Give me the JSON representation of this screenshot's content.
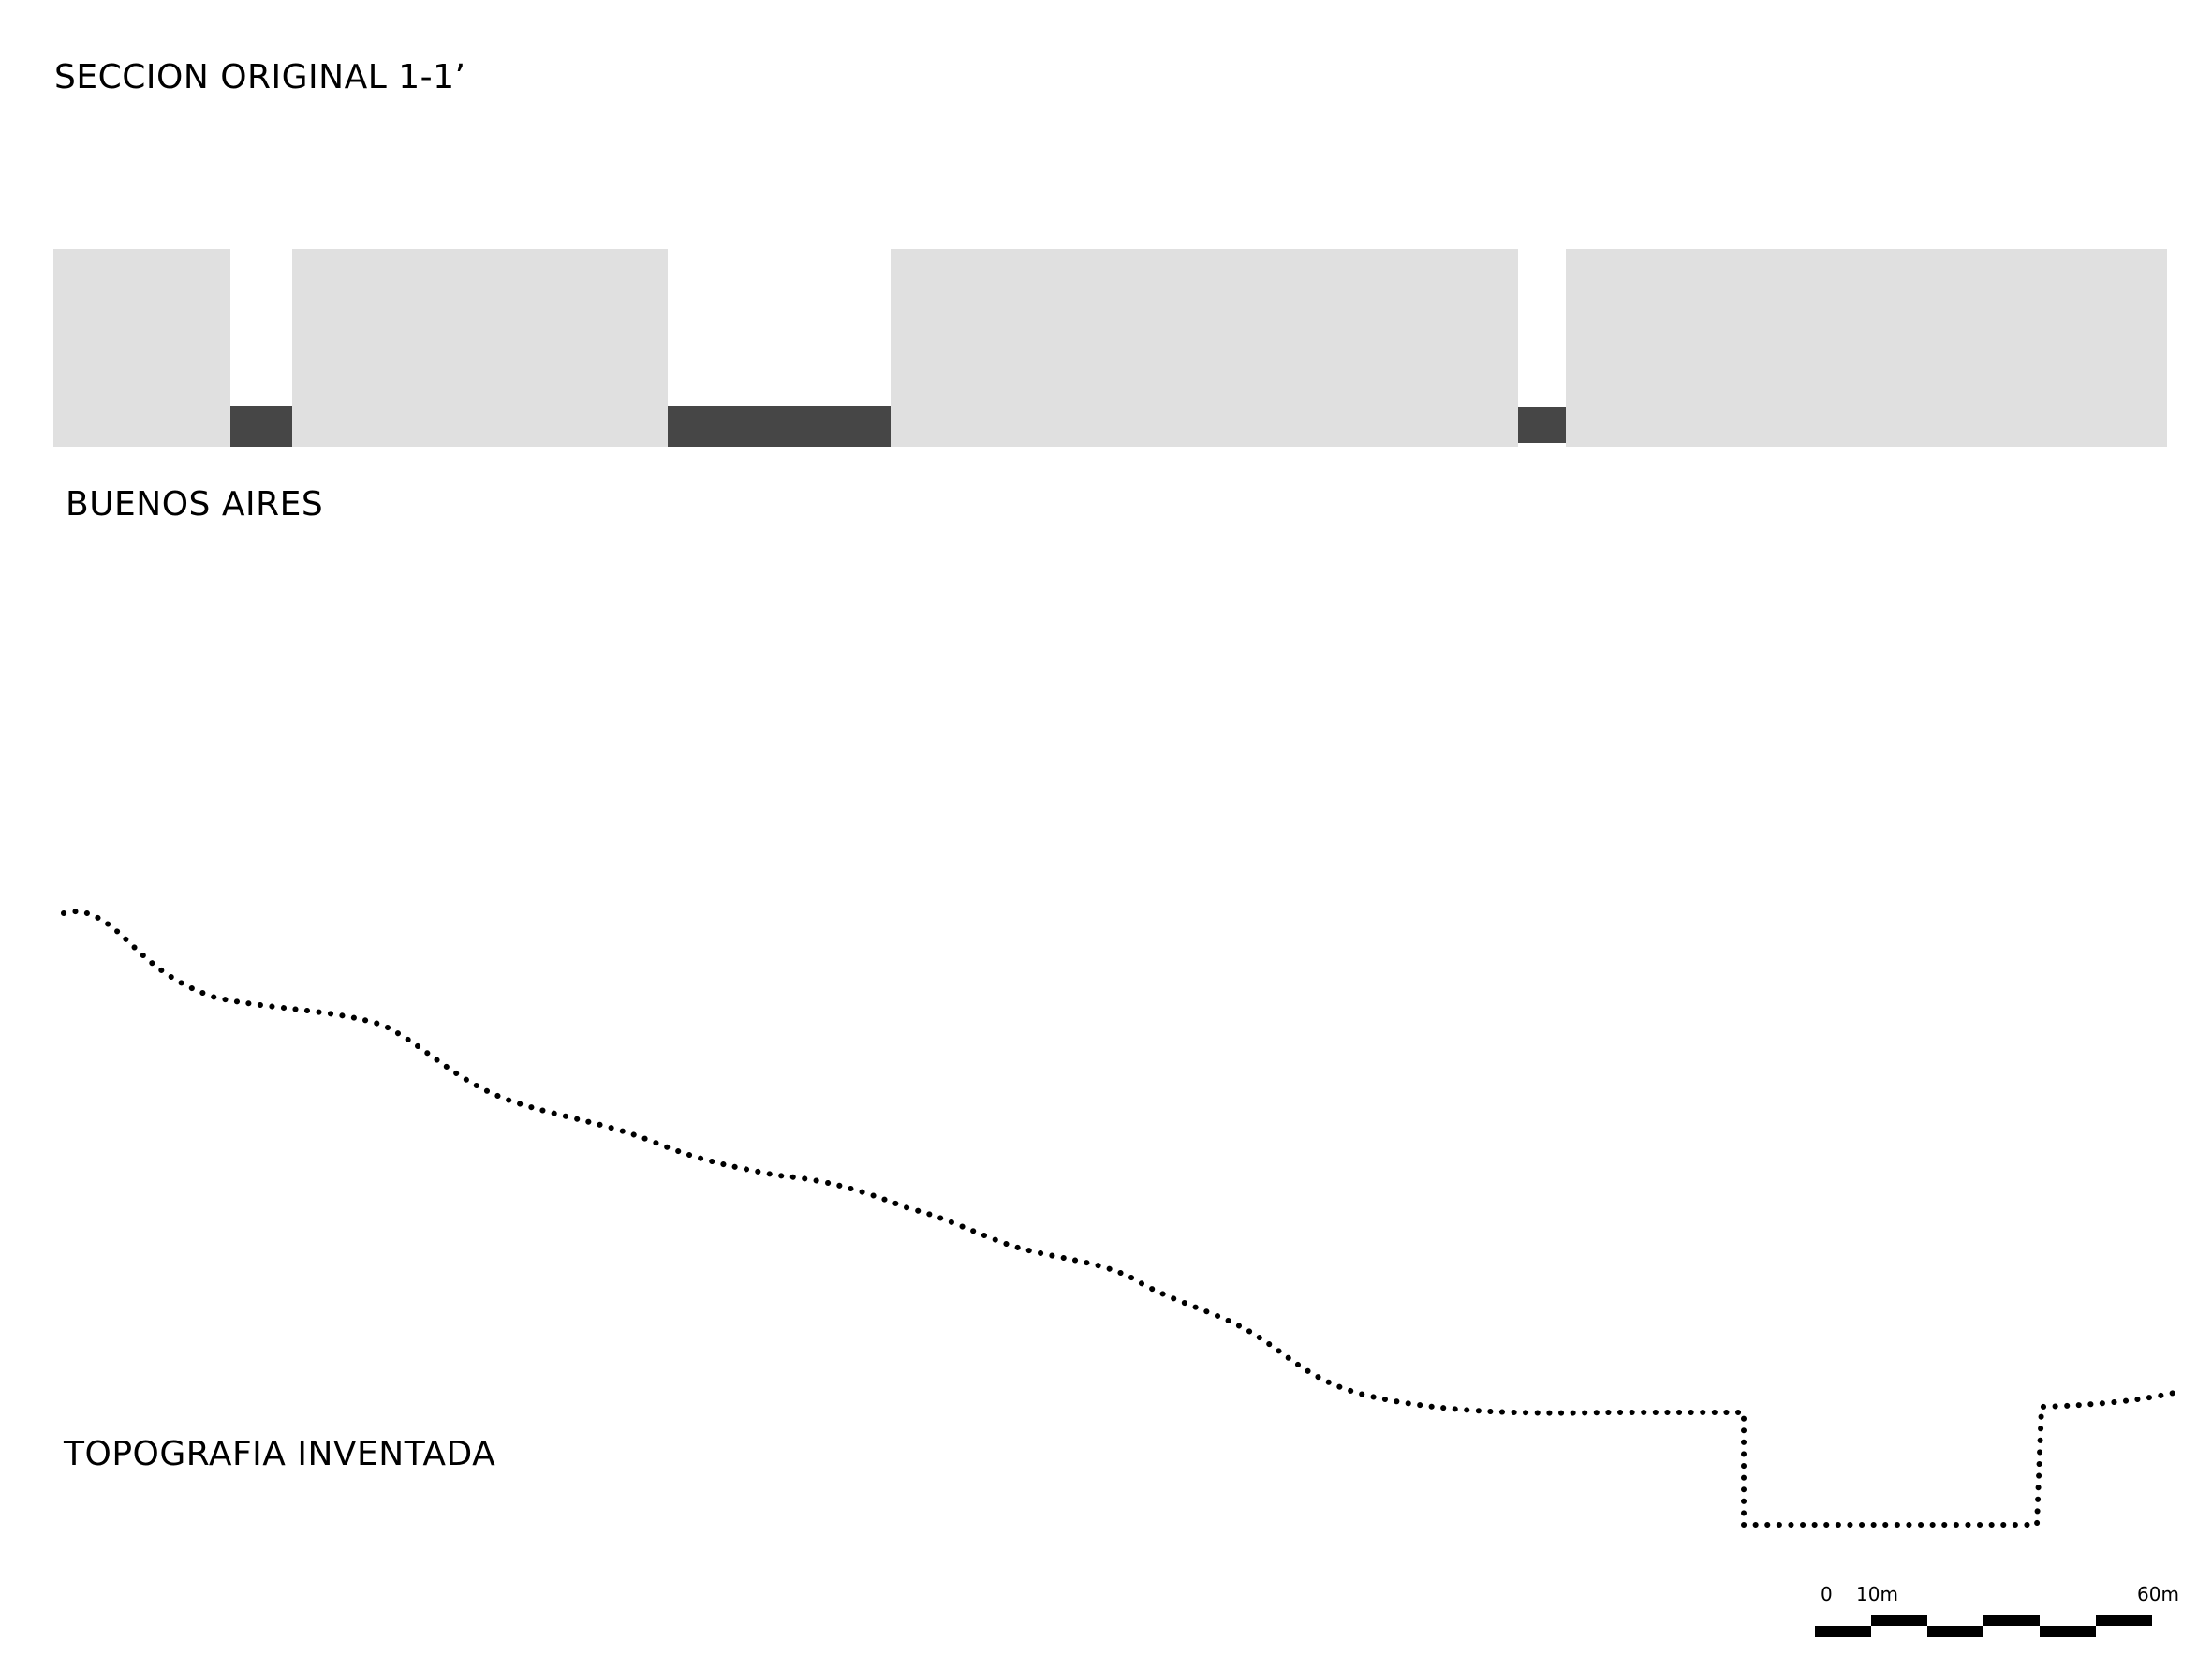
{
  "section": {
    "title": "SECCION ORIGINAL 1-1’",
    "city_label": "BUENOS AIRES",
    "topography_label": "TOPOGRAFIA INVENTADA"
  },
  "colors": {
    "block_fill": "#e0e0e0",
    "street_fill": "#464646",
    "topography_dots": "#000000"
  },
  "scale_bar": {
    "label_start": "0",
    "label_first": "10m",
    "label_end": "60m"
  }
}
